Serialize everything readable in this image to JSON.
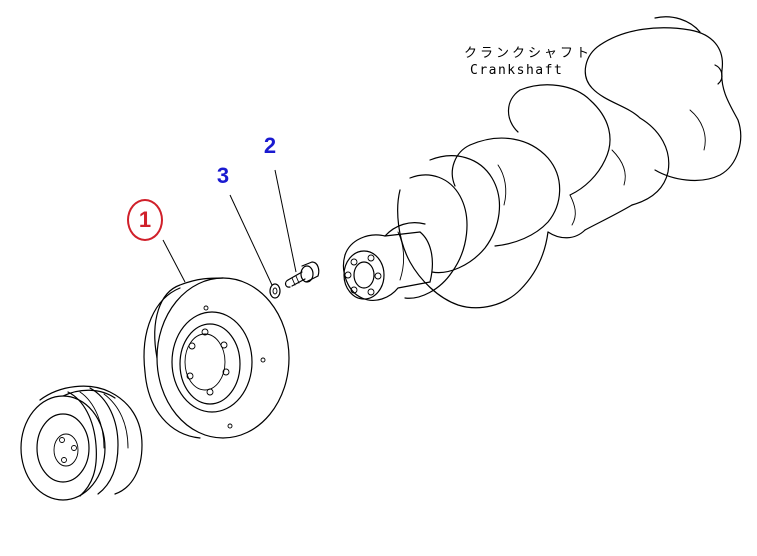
{
  "labels": {
    "part_name_jp": "クランクシャフト",
    "part_name_en": "Crankshaft"
  },
  "callouts": [
    {
      "number": "1",
      "color": "#d0202a",
      "circled": true
    },
    {
      "number": "2",
      "color": "#1a1ad0",
      "circled": false
    },
    {
      "number": "3",
      "color": "#1a1ad0",
      "circled": false
    }
  ]
}
